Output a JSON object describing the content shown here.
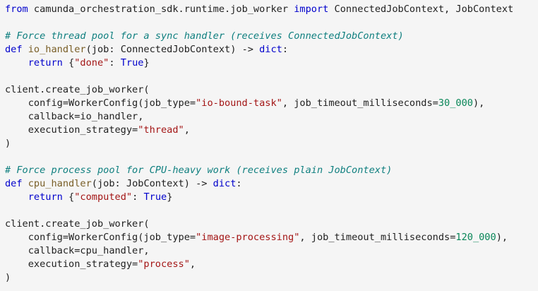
{
  "code": {
    "language": "python",
    "colors": {
      "background": "#f5f5f5",
      "plain": "#1f1f1f",
      "keyword": "#0000cc",
      "comment": "#0f7f7f",
      "string": "#a31515",
      "number": "#098658",
      "function": "#795e26"
    },
    "lines": [
      [
        {
          "t": "from",
          "k": "kw"
        },
        {
          "t": " camunda_orchestration_sdk.runtime.job_worker ",
          "k": "pl"
        },
        {
          "t": "import",
          "k": "kw"
        },
        {
          "t": " ConnectedJobContext, JobContext",
          "k": "pl"
        }
      ],
      [],
      [
        {
          "t": "# Force thread pool for a sync handler (receives ConnectedJobContext)",
          "k": "cm"
        }
      ],
      [
        {
          "t": "def",
          "k": "kw"
        },
        {
          "t": " ",
          "k": "pl"
        },
        {
          "t": "io_handler",
          "k": "fn"
        },
        {
          "t": "(job: ConnectedJobContext) -> ",
          "k": "pl"
        },
        {
          "t": "dict",
          "k": "bi"
        },
        {
          "t": ":",
          "k": "pl"
        }
      ],
      [
        {
          "t": "    ",
          "k": "pl"
        },
        {
          "t": "return",
          "k": "kw"
        },
        {
          "t": " {",
          "k": "pl"
        },
        {
          "t": "\"done\"",
          "k": "st"
        },
        {
          "t": ": ",
          "k": "pl"
        },
        {
          "t": "True",
          "k": "kw"
        },
        {
          "t": "}",
          "k": "pl"
        }
      ],
      [],
      [
        {
          "t": "client.create_job_worker(",
          "k": "pl"
        }
      ],
      [
        {
          "t": "    config=WorkerConfig(job_type=",
          "k": "pl"
        },
        {
          "t": "\"io-bound-task\"",
          "k": "st"
        },
        {
          "t": ", job_timeout_milliseconds=",
          "k": "pl"
        },
        {
          "t": "30_000",
          "k": "nu"
        },
        {
          "t": "),",
          "k": "pl"
        }
      ],
      [
        {
          "t": "    callback=io_handler,",
          "k": "pl"
        }
      ],
      [
        {
          "t": "    execution_strategy=",
          "k": "pl"
        },
        {
          "t": "\"thread\"",
          "k": "st"
        },
        {
          "t": ",",
          "k": "pl"
        }
      ],
      [
        {
          "t": ")",
          "k": "pl"
        }
      ],
      [],
      [
        {
          "t": "# Force process pool for CPU-heavy work (receives plain JobContext)",
          "k": "cm"
        }
      ],
      [
        {
          "t": "def",
          "k": "kw"
        },
        {
          "t": " ",
          "k": "pl"
        },
        {
          "t": "cpu_handler",
          "k": "fn"
        },
        {
          "t": "(job: JobContext) -> ",
          "k": "pl"
        },
        {
          "t": "dict",
          "k": "bi"
        },
        {
          "t": ":",
          "k": "pl"
        }
      ],
      [
        {
          "t": "    ",
          "k": "pl"
        },
        {
          "t": "return",
          "k": "kw"
        },
        {
          "t": " {",
          "k": "pl"
        },
        {
          "t": "\"computed\"",
          "k": "st"
        },
        {
          "t": ": ",
          "k": "pl"
        },
        {
          "t": "True",
          "k": "kw"
        },
        {
          "t": "}",
          "k": "pl"
        }
      ],
      [],
      [
        {
          "t": "client.create_job_worker(",
          "k": "pl"
        }
      ],
      [
        {
          "t": "    config=WorkerConfig(job_type=",
          "k": "pl"
        },
        {
          "t": "\"image-processing\"",
          "k": "st"
        },
        {
          "t": ", job_timeout_milliseconds=",
          "k": "pl"
        },
        {
          "t": "120_000",
          "k": "nu"
        },
        {
          "t": "),",
          "k": "pl"
        }
      ],
      [
        {
          "t": "    callback=cpu_handler,",
          "k": "pl"
        }
      ],
      [
        {
          "t": "    execution_strategy=",
          "k": "pl"
        },
        {
          "t": "\"process\"",
          "k": "st"
        },
        {
          "t": ",",
          "k": "pl"
        }
      ],
      [
        {
          "t": ")",
          "k": "pl"
        }
      ]
    ]
  }
}
